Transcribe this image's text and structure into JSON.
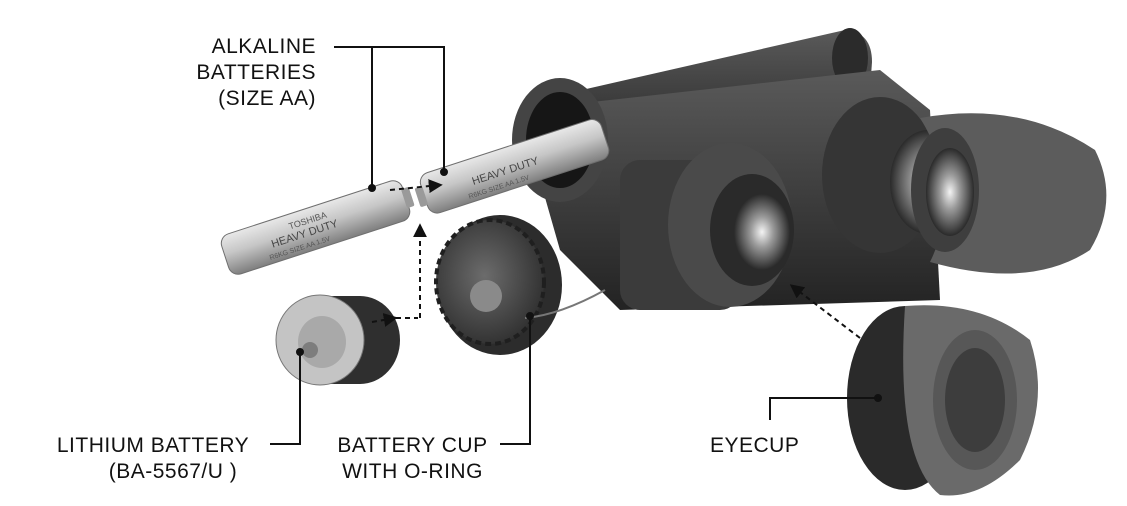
{
  "labels": {
    "alkaline": {
      "line1": "ALKALINE",
      "line2": "BATTERIES",
      "line3": "(SIZE AA)"
    },
    "lithium": {
      "line1": "LITHIUM BATTERY",
      "line2": "(BA-5567/U )"
    },
    "battery_cup": {
      "line1": "BATTERY CUP",
      "line2": "WITH O-RING"
    },
    "eyecup": {
      "line1": "EYECUP"
    }
  },
  "battery_print": {
    "brand": "TOSHIBA",
    "text1": "HEAVY DUTY",
    "text2": "R6KG SIZE AA 1.5V"
  },
  "colors": {
    "text": "#111111",
    "device": "#3a3a3a",
    "battery": "#bdbdbd",
    "rubber": "#555555"
  }
}
